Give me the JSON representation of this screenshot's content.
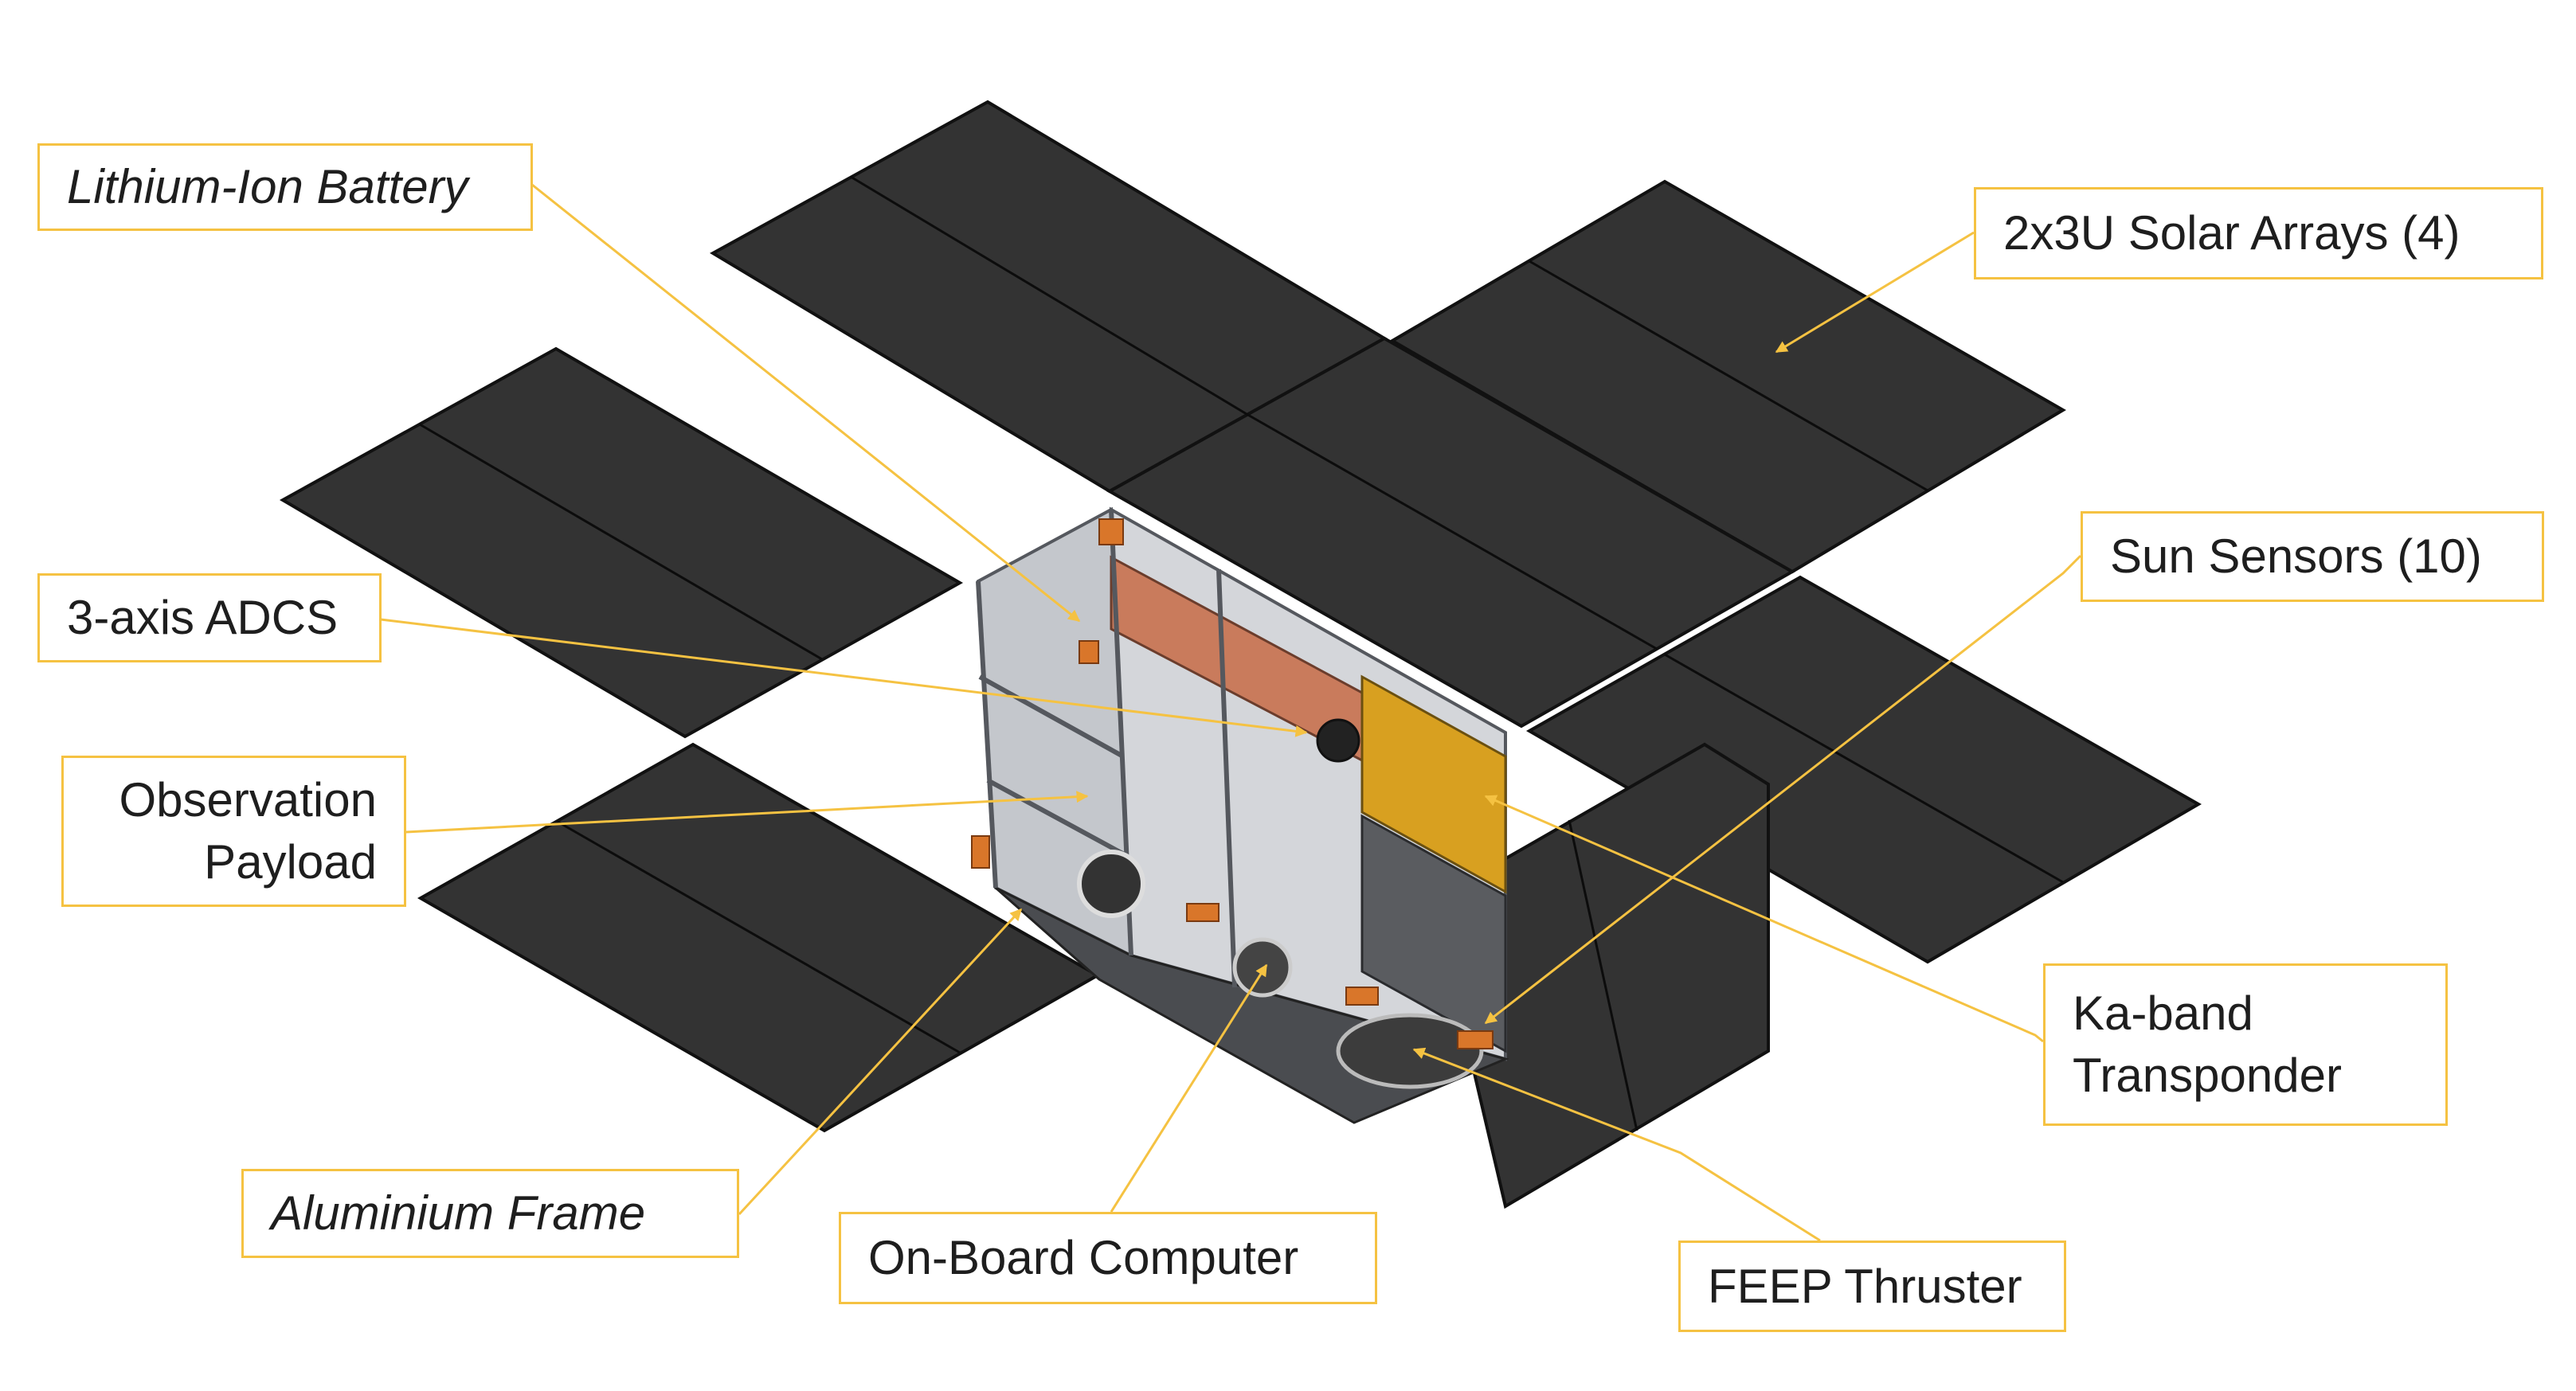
{
  "colors": {
    "callout": "#f5c242",
    "panel": "#333333",
    "panel_edge": "#111111",
    "frame": "#b9bcc2",
    "copper": "#c97b5c",
    "gold": "#d8a020",
    "thruster": "#d9762a"
  },
  "labels": {
    "battery": "Lithium-Ion Battery",
    "adcs": "3-axis ADCS",
    "payload_line1": "Observation",
    "payload_line2": "Payload",
    "frame": "Aluminium Frame",
    "obc": "On-Board Computer",
    "feep": "FEEP Thruster",
    "solar": "2x3U Solar Arrays (4)",
    "sun": "Sun Sensors (10)",
    "ka_line1": "Ka-band",
    "ka_line2": "Transponder"
  }
}
